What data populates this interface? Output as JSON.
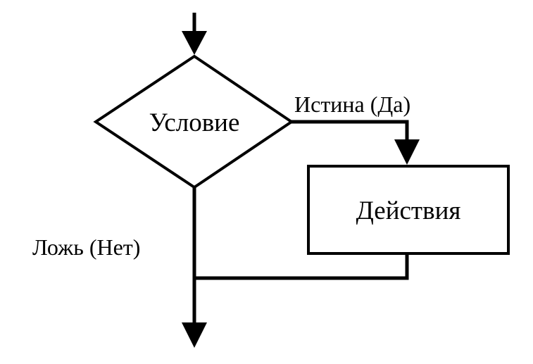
{
  "diagram": {
    "type": "flowchart-if",
    "decision_label": "Условие",
    "action_label": "Действия",
    "true_branch_label": "Истина (Да)",
    "false_branch_label": "Ложь (Нет)"
  },
  "colors": {
    "stroke": "#000000",
    "background": "#ffffff"
  }
}
